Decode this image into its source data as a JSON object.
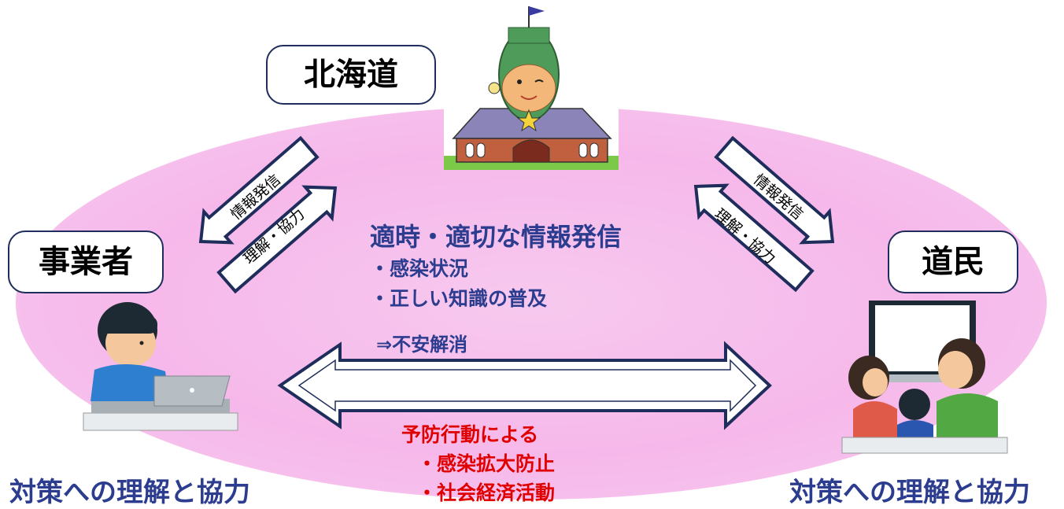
{
  "nodes": {
    "hokkaido": "北海道",
    "jigyosha": "事業者",
    "domin": "道民"
  },
  "arrows": {
    "left_to_businesses": "情報発信",
    "left_from_businesses": "理解・協力",
    "right_to_residents": "情報発信",
    "right_from_residents": "理解・協力"
  },
  "center": {
    "title": "適時・適切な情報発信",
    "bullet1": "・感染状況",
    "bullet2": "・正しい知識の普及",
    "result": "⇒不安解消"
  },
  "prevention": {
    "heading": "予防行動による",
    "item1": "・感染拡大防止",
    "item2": "・社会経済活動"
  },
  "captions": {
    "left": "対策への理解と協力",
    "right": "対策への理解と協力"
  },
  "colors": {
    "ellipse": "#f6b8ea",
    "arrow_fill": "#ffffff",
    "arrow_stroke": "#1f2d5c",
    "text_blue": "#2c3d8f",
    "text_red": "#e00000"
  },
  "icons": {
    "mascot": "hokkaido-mascot-building-icon",
    "business_person": "person-at-laptop-icon",
    "family": "family-watching-screen-icon"
  }
}
